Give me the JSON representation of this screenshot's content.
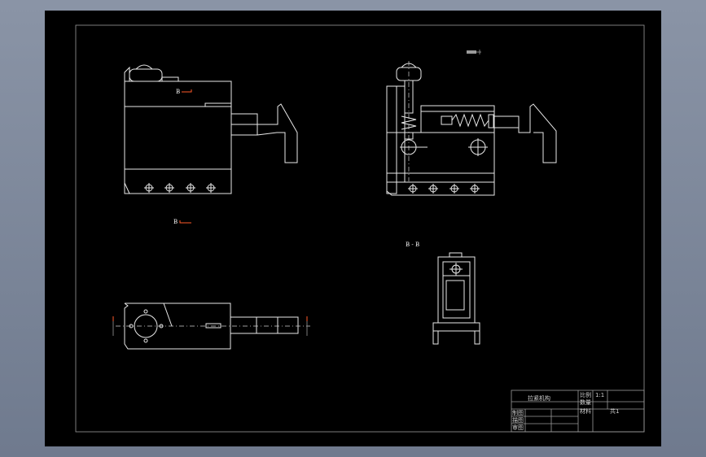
{
  "drawing": {
    "section_markers": {
      "top": "B",
      "bottom": "B",
      "section_title": "B - B"
    },
    "title_block": {
      "part_name": "拉紧机构",
      "rows": [
        "比例",
        "数量"
      ],
      "material": "材料",
      "scale": "1:1",
      "sheet": "共1",
      "signatures": [
        "制图",
        "描图",
        "审图"
      ]
    }
  }
}
